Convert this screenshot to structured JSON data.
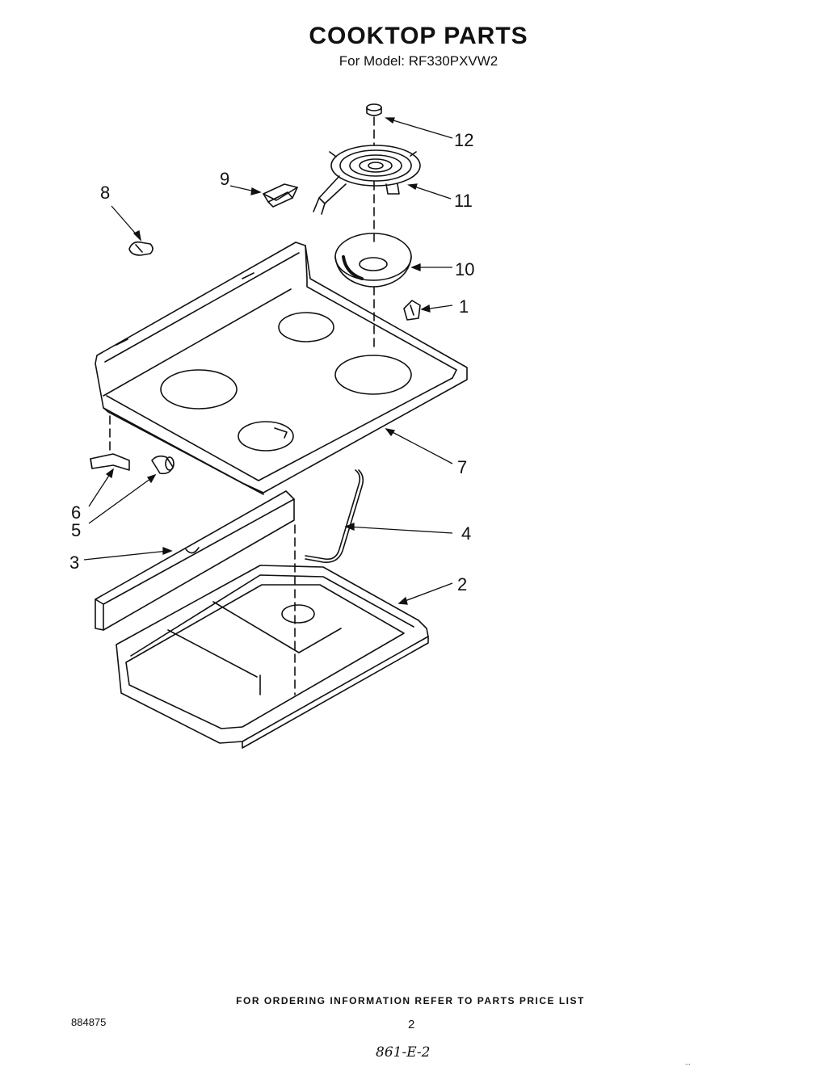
{
  "header": {
    "title": "COOKTOP PARTS",
    "subtitle": "For Model: RF330PXVW2"
  },
  "callouts": [
    "1",
    "2",
    "3",
    "4",
    "5",
    "6",
    "7",
    "8",
    "9",
    "10",
    "11",
    "12"
  ],
  "footer": {
    "note": "FOR ORDERING INFORMATION REFER TO PARTS PRICE LIST",
    "doc_number": "884875",
    "page_number": "2",
    "handwritten_mark": "861-E-2",
    "speck": "..."
  }
}
